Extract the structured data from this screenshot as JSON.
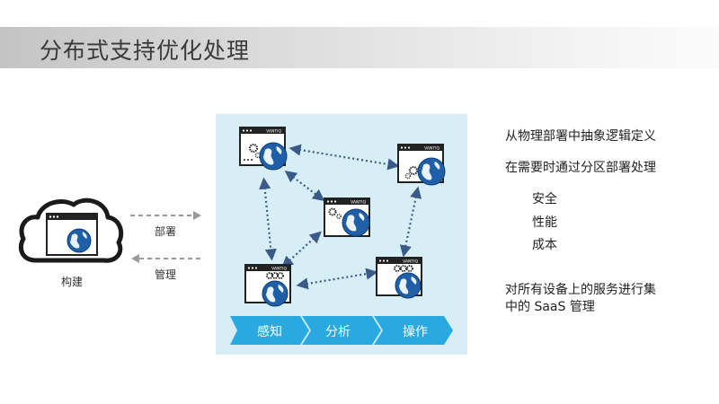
{
  "slide": {
    "title": "分布式支持优化处理"
  },
  "left": {
    "cloud_label": "构建",
    "arrow_top_label": "部署",
    "arrow_bottom_label": "管理"
  },
  "node_brand": "VANTIQ",
  "stages": [
    "感知",
    "分析",
    "操作"
  ],
  "bullets": {
    "line1": "从物理部署中抽象逻辑定义",
    "line2": "在需要时通过分区部署处理",
    "sub": [
      "安全",
      "性能",
      "成本"
    ],
    "line3a": "对所有设备上的服务进行集",
    "line3b": "中的 SaaS 管理"
  },
  "colors": {
    "panel": "#d8eef6",
    "chevron": "#29a9df",
    "dotted": "#3a5a8a",
    "arrow_gray": "#9a9a9a"
  }
}
